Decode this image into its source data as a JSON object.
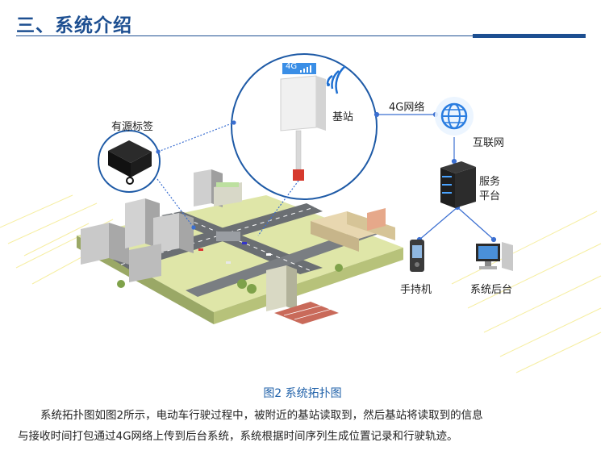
{
  "header": {
    "title": "三、系统介绍"
  },
  "diagram": {
    "tag_label": "有源标签",
    "base_station_label": "基站",
    "base_station_badge": "4G",
    "network_link_label": "4G网络",
    "internet_label": "互联网",
    "server_label_line1": "服务",
    "server_label_line2": "平台",
    "handheld_label": "手持机",
    "backend_label": "系统后台"
  },
  "caption": "图2 系统拓扑图",
  "description": {
    "line1": "系统拓扑图如图2所示，电动车行驶过程中，被附近的基站读取到，然后基站将读取到的信息",
    "line2": "与接收时间打包通过4G网络上传到后台系统，系统根据时间序列生成位置记录和行驶轨迹。"
  },
  "colors": {
    "title": "#1d4f91",
    "caption": "#1d5fa8",
    "link": "#3b6fd1"
  }
}
